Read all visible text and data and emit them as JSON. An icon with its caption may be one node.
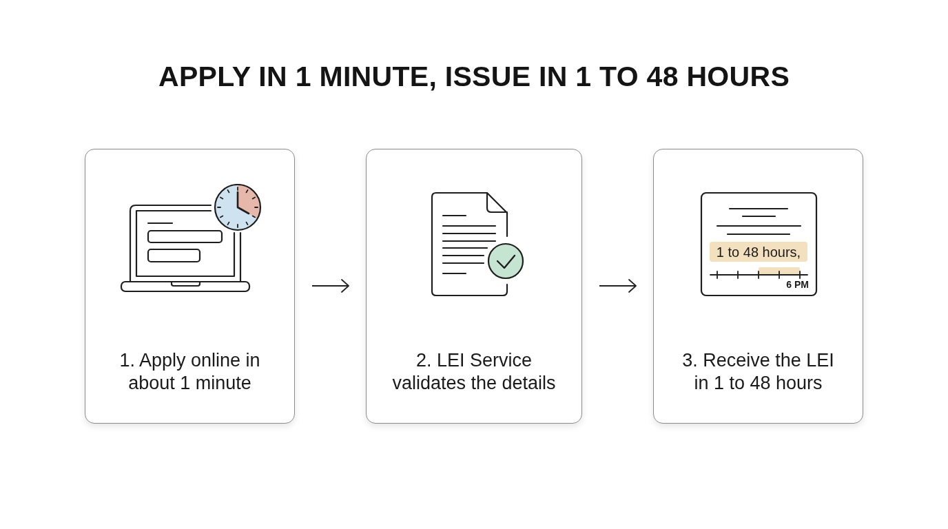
{
  "diagram": {
    "title": "APPLY IN 1 MINUTE, ISSUE IN 1 TO 48 HOURS",
    "nodes": [
      {
        "text": [
          "1. Apply online in about 1 minute"
        ]
      },
      {
        "text": [
          "2. LEI Service validates the details"
        ]
      },
      {
        "text": [
          "3. Receive the LEI in 1 to 48 hours"
        ]
      }
    ],
    "edges": [
      {
        "from": 0,
        "to": 1,
        "arrow": "to"
      },
      {
        "from": 1,
        "to": 2,
        "arrow": "to"
      }
    ],
    "labels": [
      "1 to 48 hours,",
      "6 PM"
    ]
  }
}
